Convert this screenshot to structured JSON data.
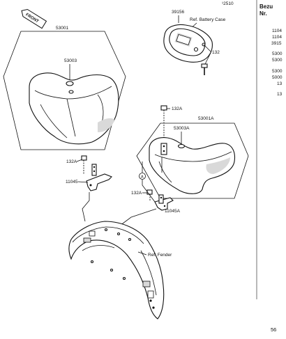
{
  "page": {
    "top_code": "¹2510",
    "page_number": "56",
    "front_badge": "FRONT"
  },
  "side_column": {
    "header_line1": "Bezu",
    "header_line2": "Nr.",
    "numbers": [
      "1104",
      "1104",
      "3915",
      "5300",
      "5300",
      "5300",
      "5000",
      "13",
      "13"
    ]
  },
  "callouts": {
    "p53001": "53001",
    "p53003": "53003",
    "p39156": "39156",
    "ref_battery_case": "Ref. Battery Case",
    "p132_top": "132",
    "p132A_top": "132A",
    "p53001A": "53001A",
    "p53003A": "53003A",
    "p132A_left": "132A",
    "p11045": "11045",
    "p132A_mid": "132A",
    "p11045A": "11045A",
    "ref_fender": "Ref. Fender",
    "circle_a": "A"
  }
}
